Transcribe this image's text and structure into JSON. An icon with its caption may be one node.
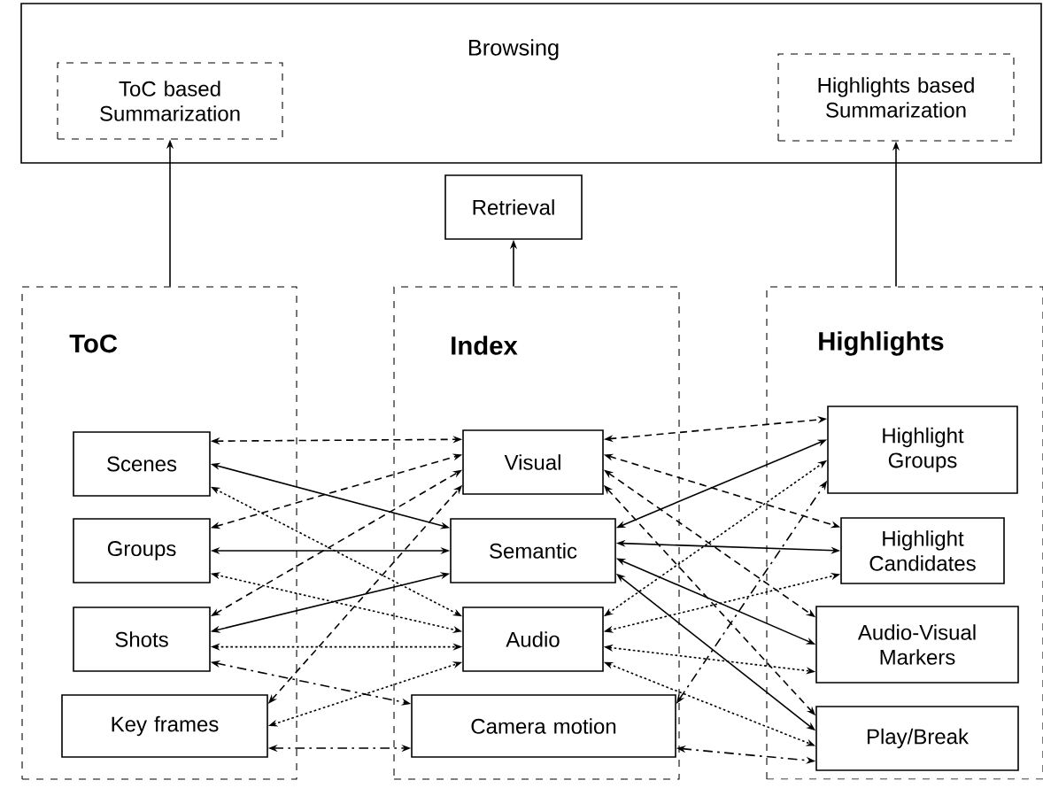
{
  "diagram": {
    "nodes": [
      {
        "text": [
          "Browsing"
        ]
      },
      {
        "text": [
          "ToC based Summarization"
        ],
        "in": 0
      },
      {
        "text": [
          "Highlights based Summarization"
        ],
        "in": 0
      },
      {
        "text": [
          "Retrieval"
        ]
      },
      {
        "text": [
          "ToC"
        ]
      },
      {
        "text": [
          "Index"
        ]
      },
      {
        "text": [
          "Highlights"
        ]
      },
      {
        "text": [
          "Scenes"
        ],
        "in": 4
      },
      {
        "text": [
          "Groups"
        ],
        "in": 4
      },
      {
        "text": [
          "Shots"
        ],
        "in": 4
      },
      {
        "text": [
          "Key frames"
        ],
        "in": 4
      },
      {
        "text": [
          "Visual"
        ],
        "in": 5
      },
      {
        "text": [
          "Semantic"
        ],
        "in": 5
      },
      {
        "text": [
          "Audio"
        ],
        "in": 5
      },
      {
        "text": [
          "Camera motion"
        ],
        "in": 5
      },
      {
        "text": [
          "Highlight Groups"
        ],
        "in": 6
      },
      {
        "text": [
          "Highlight Candidates"
        ],
        "in": 6
      },
      {
        "text": [
          "Audio-Visual Markers"
        ],
        "in": 6
      },
      {
        "text": [
          "Play/Break"
        ],
        "in": 6
      }
    ],
    "edges": [
      {
        "from": 4,
        "to": 1,
        "arrow": "to"
      },
      {
        "from": 5,
        "to": 3,
        "arrow": "to"
      },
      {
        "from": 6,
        "to": 2,
        "arrow": "to"
      },
      {
        "from": 7,
        "to": 11,
        "arrow": "both",
        "style": "dashed"
      },
      {
        "from": 7,
        "to": 12,
        "arrow": "both"
      },
      {
        "from": 7,
        "to": 13,
        "arrow": "both",
        "style": "dashed"
      },
      {
        "from": 8,
        "to": 11,
        "arrow": "both",
        "style": "dashed"
      },
      {
        "from": 8,
        "to": 12,
        "arrow": "both"
      },
      {
        "from": 8,
        "to": 13,
        "arrow": "both",
        "style": "dashed"
      },
      {
        "from": 9,
        "to": 11,
        "arrow": "both",
        "style": "dashed"
      },
      {
        "from": 9,
        "to": 12,
        "arrow": "both"
      },
      {
        "from": 9,
        "to": 13,
        "arrow": "both",
        "style": "dashed"
      },
      {
        "from": 9,
        "to": 14,
        "arrow": "both",
        "style": "dashed"
      },
      {
        "from": 10,
        "to": 11,
        "arrow": "both",
        "style": "dashed"
      },
      {
        "from": 10,
        "to": 13,
        "arrow": "both",
        "style": "dashed"
      },
      {
        "from": 10,
        "to": 14,
        "arrow": "both",
        "style": "dashed"
      },
      {
        "from": 11,
        "to": 15,
        "arrow": "both",
        "style": "dashed"
      },
      {
        "from": 11,
        "to": 16,
        "arrow": "both",
        "style": "dashed"
      },
      {
        "from": 11,
        "to": 17,
        "arrow": "both",
        "style": "dashed"
      },
      {
        "from": 11,
        "to": 18,
        "arrow": "both",
        "style": "dashed"
      },
      {
        "from": 12,
        "to": 15,
        "arrow": "both"
      },
      {
        "from": 12,
        "to": 16,
        "arrow": "both"
      },
      {
        "from": 12,
        "to": 17,
        "arrow": "both"
      },
      {
        "from": 12,
        "to": 18,
        "arrow": "both"
      },
      {
        "from": 13,
        "to": 15,
        "arrow": "both",
        "style": "dashed"
      },
      {
        "from": 13,
        "to": 16,
        "arrow": "both",
        "style": "dashed"
      },
      {
        "from": 13,
        "to": 17,
        "arrow": "both",
        "style": "dashed"
      },
      {
        "from": 13,
        "to": 18,
        "arrow": "both",
        "style": "dashed"
      },
      {
        "from": 14,
        "to": 15,
        "arrow": "both",
        "style": "dashed"
      },
      {
        "from": 14,
        "to": 18,
        "arrow": "both",
        "style": "dashed"
      }
    ]
  }
}
